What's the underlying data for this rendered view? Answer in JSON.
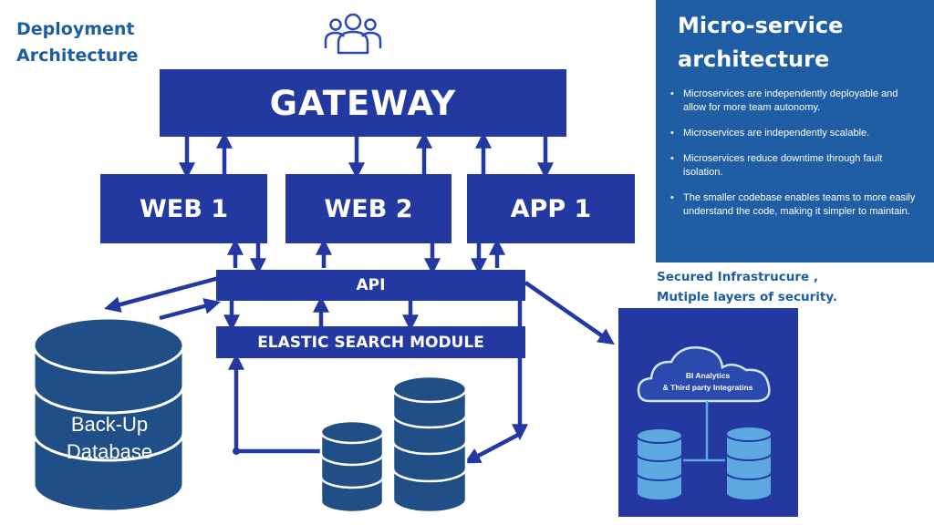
{
  "header": {
    "title_line1": "Deployment",
    "title_line2": "Architecture"
  },
  "diagram": {
    "gateway": "GATEWAY",
    "web1": "WEB 1",
    "web2": "WEB 2",
    "app1": "APP 1",
    "api": "API",
    "elastic": "ELASTIC SEARCH MODULE",
    "backup_line1": "Back-Up",
    "backup_line2": "Database",
    "cloud_line1": "BI Analytics",
    "cloud_line2": "& Third party Integratins"
  },
  "panel": {
    "title_line1": "Micro-service",
    "title_line2": "architecture",
    "bullets": [
      "Microservices are independently deployable and allow for more team autonomy.",
      "Microservices are independently scalable.",
      "Microservices reduce downtime through fault isolation.",
      "The smaller codebase enables teams to more easily understand the code, making it simpler to maintain."
    ]
  },
  "security": {
    "line1": "Secured Infrastrucure ,",
    "line2": "Mutiple layers of security."
  },
  "colors": {
    "box_fill": "#2338a0",
    "panel_fill": "#1f5ea5",
    "heading_text": "#1c5ea0",
    "db_dark": "#1f4f86",
    "db_light": "#5da8e0"
  },
  "icons": [
    "users-icon",
    "database-icon",
    "cloud-icon"
  ]
}
